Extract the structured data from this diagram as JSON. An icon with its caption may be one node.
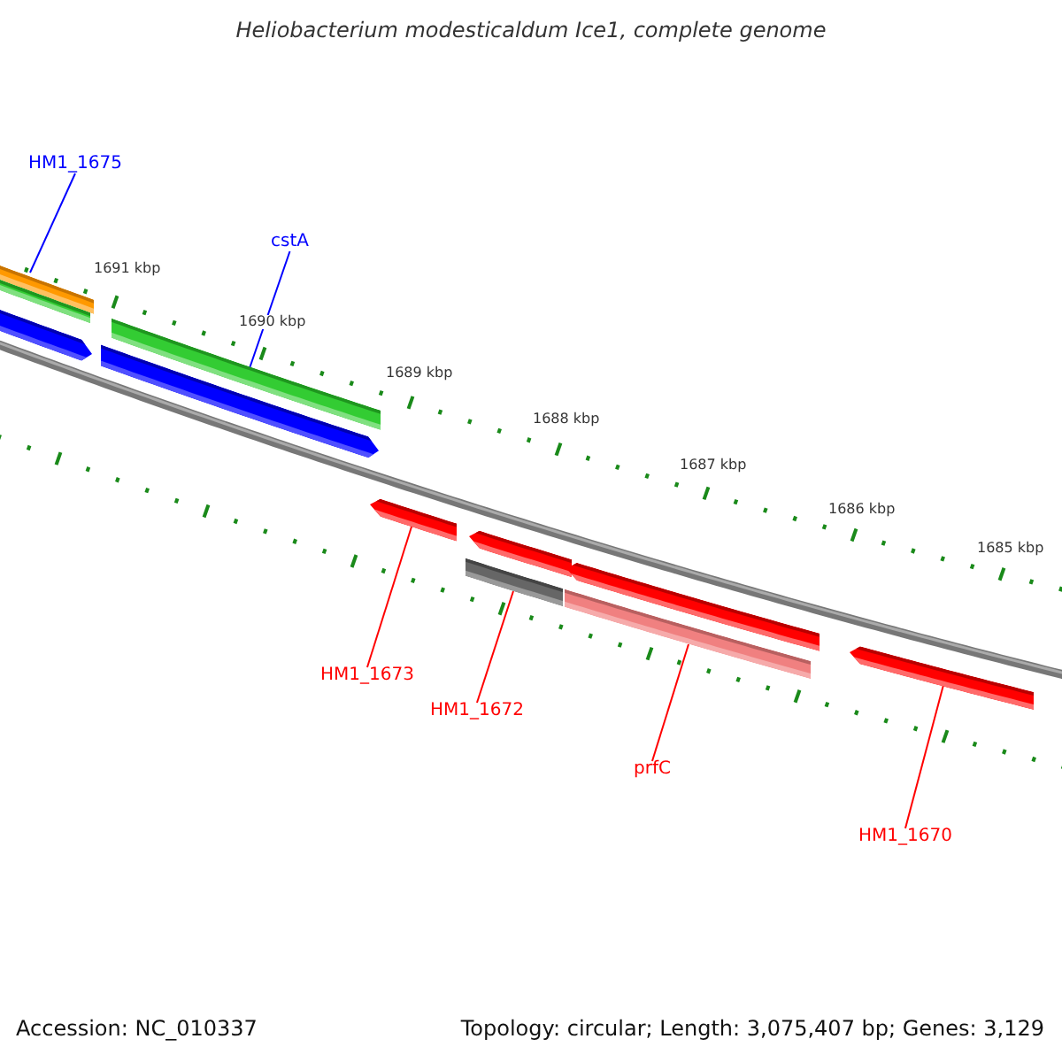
{
  "diagram": {
    "title": "Heliobacterium modesticaldum Ice1, complete genome",
    "nodes": [
      {
        "text": [
          "HM1_1675"
        ]
      },
      {
        "text": [
          "cstA"
        ]
      },
      {
        "text": [],
        "shape": "bar"
      },
      {
        "text": [],
        "shape": "bar"
      },
      {
        "text": [],
        "shape": "bar"
      },
      {
        "text": [],
        "shape": "bar"
      },
      {
        "text": [],
        "shape": "bar"
      },
      {
        "text": [],
        "shape": "bar"
      },
      {
        "text": [],
        "shape": "bar"
      },
      {
        "text": [],
        "shape": "bar"
      },
      {
        "text": [],
        "shape": "bar"
      },
      {
        "text": [],
        "shape": "bar"
      },
      {
        "text": [],
        "shape": "bar"
      },
      {
        "text": [
          "HM1_1673"
        ]
      },
      {
        "text": [
          "HM1_1672"
        ]
      },
      {
        "text": [
          "prfC"
        ]
      },
      {
        "text": [
          "HM1_1670"
        ]
      }
    ],
    "edges": [
      {
        "from": 0,
        "to": 2,
        "arrow": "none",
        "color": "#0000ff"
      },
      {
        "from": 1,
        "to": 5,
        "arrow": "none",
        "color": "#0000ff"
      },
      {
        "from": 13,
        "to": 7,
        "arrow": "none"
      },
      {
        "from": 14,
        "to": 9,
        "arrow": "none"
      },
      {
        "from": 15,
        "to": 11,
        "arrow": "none"
      },
      {
        "from": 16,
        "to": 12,
        "arrow": "none"
      }
    ],
    "labels": [
      "1691 kbp",
      "1690 kbp",
      "1689 kbp",
      "1688 kbp",
      "1687 kbp",
      "1686 kbp",
      "1685 kbp",
      "Accession: NC_010337",
      "Topology: circular; Length: 3,075,407 bp; Genes: 3,129"
    ]
  }
}
